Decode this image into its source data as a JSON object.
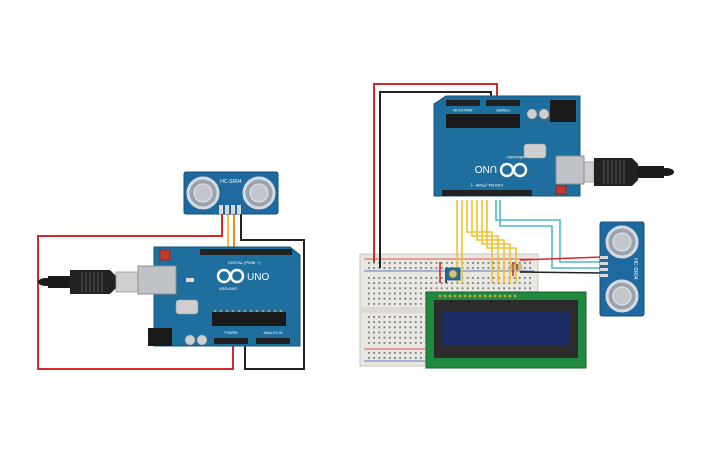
{
  "colors": {
    "arduino_blue": "#1f6f9e",
    "arduino_dark": "#15557c",
    "sensor_blue": "#1e6aa0",
    "breadboard": "#e9e7e2",
    "lcd_green": "#1f8a3e",
    "lcd_screen": "#1b2b63",
    "wire_red": "#d3292c",
    "wire_black": "#222222",
    "wire_yellow": "#f2c12e",
    "wire_cyan": "#4fb8c8"
  },
  "circuit_left": {
    "sensor_label": "HC-SR04",
    "board_brand": "ARDUINO",
    "board_model": "UNO",
    "header_digital": "DIGITAL (PWM ~)",
    "header_power": "POWER",
    "header_analog": "ANALOG IN"
  },
  "circuit_right": {
    "sensor_label": "HC-SR04",
    "board_brand": "ARDUINO",
    "board_model": "UNO",
    "header_digital": "DIGITAL (PWM ~)",
    "header_power": "POWER",
    "header_analog": "ANALOG IN"
  }
}
